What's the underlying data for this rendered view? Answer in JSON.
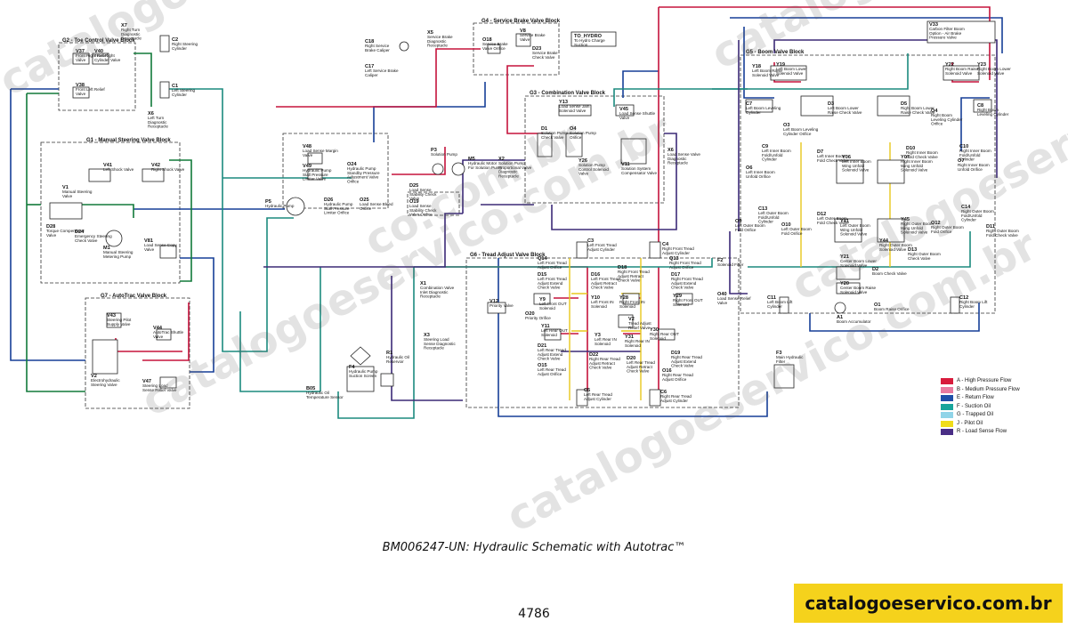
{
  "caption": "BM006247-UN: Hydraulic Schematic with Autotrac™",
  "page_number": "4786",
  "site_badge": "catalogoeservico.com.br",
  "watermark_texts": [
    "catalogoeservico.com.br",
    "co.com.br"
  ],
  "blocks": {
    "g1": "G1 - Manual Steering Valve Block",
    "g2": "G2 - Toe Control Valve Block",
    "g3": "G3 - Combination Valve Block",
    "g4": "G4 - Service Brake Valve Block",
    "g5": "G5 - Boom Valve Block",
    "g6": "G6 - Tread Adjust Valve Block",
    "g7": "G7 - AutoTrac Valve Block"
  },
  "components": [
    {
      "id": "X7",
      "name": "Right Turn Diagnostic Receptacle"
    },
    {
      "id": "C2",
      "name": "Right Steering Cylinder"
    },
    {
      "id": "V37",
      "name": "Front Right Relief Valve"
    },
    {
      "id": "V40",
      "name": "Front Right Cylinder Valve"
    },
    {
      "id": "V38",
      "name": "Front Left Relief Valve"
    },
    {
      "id": "C1",
      "name": "Left Steering Cylinder"
    },
    {
      "id": "X6",
      "name": "Left Turn Diagnostic Receptacle"
    },
    {
      "id": "C18",
      "name": "Right Service Brake Caliper"
    },
    {
      "id": "C17",
      "name": "Left Service Brake Caliper"
    },
    {
      "id": "X5",
      "name": "Service Brake Diagnostic Receptacle"
    },
    {
      "id": "O18",
      "name": "Service Brake Valve Orifice"
    },
    {
      "id": "V8",
      "name": "Service Brake Valve"
    },
    {
      "id": "D23",
      "name": "Service Brake Check Valve"
    },
    {
      "id": "TO_HYDRO",
      "name": "To Hydro Charge Suction"
    },
    {
      "id": "V33",
      "name": "Carbon Filter Boom Option - Air Brake Pressure Valve"
    },
    {
      "id": "V41",
      "name": "Left Shock Valve"
    },
    {
      "id": "V42",
      "name": "Right Shock Valve"
    },
    {
      "id": "V1",
      "name": "Manual Steering Valve"
    },
    {
      "id": "D28",
      "name": "Torque Compensator Valve"
    },
    {
      "id": "D24",
      "name": "Emergency Steering Check Valve"
    },
    {
      "id": "M1",
      "name": "Manual Steering Metering Pump"
    },
    {
      "id": "V81",
      "name": "Load Sense Copy Valve"
    },
    {
      "id": "V48",
      "name": "Load Sense Margin Valve"
    },
    {
      "id": "V49",
      "name": "Hydraulic Pump Stall Pressure Limiter Valve"
    },
    {
      "id": "O24",
      "name": "Hydraulic Pump Standby Pressure Adjustment Valve Orifice"
    },
    {
      "id": "D26",
      "name": "Hydraulic Pump Stall Pressure Limiter Orifice"
    },
    {
      "id": "O25",
      "name": "Load Sense Bleed Orifice"
    },
    {
      "id": "P5",
      "name": "Hydraulic Pump"
    },
    {
      "id": "P3",
      "name": "Solution Pump"
    },
    {
      "id": "M5",
      "name": "Hydraulic Motor For Solution Pump"
    },
    {
      "id": "X2",
      "name": "Solution Pump Proportional Valve Diagnostic Receptacle"
    },
    {
      "id": "D25",
      "name": "Load Sense Stability Check Valve"
    },
    {
      "id": "O19",
      "name": "Load Sense Stability Check Valve Orifice"
    },
    {
      "id": "Y13",
      "name": "Load Sense Jam Solenoid Valve"
    },
    {
      "id": "V45",
      "name": "Load Sense Shuttle Valve"
    },
    {
      "id": "D1",
      "name": "Solution Pump Check Valve"
    },
    {
      "id": "O4",
      "name": "Solution Pump Orifice"
    },
    {
      "id": "Y26",
      "name": "Solution Pump Control Solenoid Valve"
    },
    {
      "id": "V11",
      "name": "Solution System Compensator Valve"
    },
    {
      "id": "X6b",
      "name": "Load Sense Valve Diagnostic Receptacle"
    },
    {
      "id": "Y18",
      "name": "Left Boom Raise Solenoid Valve"
    },
    {
      "id": "Y19",
      "name": "Left Boom Lower Solenoid Valve"
    },
    {
      "id": "Y22",
      "name": "Right Boom Raise Solenoid Valve"
    },
    {
      "id": "Y23",
      "name": "Right Boom Lower Solenoid Valve"
    },
    {
      "id": "C7",
      "name": "Left Boom Leveling Cylinder"
    },
    {
      "id": "D3",
      "name": "Left Boom Lower Raise Check Valve"
    },
    {
      "id": "D5",
      "name": "Right Boom Lower Raise Check Valve"
    },
    {
      "id": "C8",
      "name": "Right Boom Leveling Cylinder"
    },
    {
      "id": "O3",
      "name": "Left Boom Leveling Cylinder Orifice"
    },
    {
      "id": "O4b",
      "name": "Right Boom Leveling Cylinder Orifice"
    },
    {
      "id": "C9",
      "name": "Left Inner Boom Fold/Unfold Cylinder"
    },
    {
      "id": "C10",
      "name": "Right Inner Boom Fold/Unfold Cylinder"
    },
    {
      "id": "O6",
      "name": "Left Inner Boom Unfold Orifice"
    },
    {
      "id": "O7",
      "name": "Right Inner Boom Unfold Orifice"
    },
    {
      "id": "D7",
      "name": "Left Inner Boom Fold Check Valve"
    },
    {
      "id": "Y06",
      "name": "Left Inner Boom Wing Unfold Solenoid Valve"
    },
    {
      "id": "Y07",
      "name": "Right Inner Boom Wing Unfold Solenoid Valve"
    },
    {
      "id": "D10",
      "name": "Right Inner Boom Fold Check Valve"
    },
    {
      "id": "C13",
      "name": "Left Outer Boom Fold/Unfold Cylinder"
    },
    {
      "id": "C14",
      "name": "Right Outer Boom Fold/Unfold Cylinder"
    },
    {
      "id": "O9",
      "name": "Left Outer Boom Fold Orifice"
    },
    {
      "id": "O10",
      "name": "Left Outer Boom Fold Orifice"
    },
    {
      "id": "D12",
      "name": "Left Outer Boom Fold Check Valve"
    },
    {
      "id": "Y41",
      "name": "Left Outer Boom Wing Unfold Solenoid Valve"
    },
    {
      "id": "Y45",
      "name": "Right Outer Boom Wing Unfold Solenoid Valve"
    },
    {
      "id": "O12",
      "name": "Right Outer Boom Fold Orifice"
    },
    {
      "id": "D11",
      "name": "Right Outer Boom Fold Check Valve"
    },
    {
      "id": "Y44",
      "name": "Right Outer Boom Solenoid Valve"
    },
    {
      "id": "D13",
      "name": "Right Outer Boom Check Valve"
    },
    {
      "id": "Y21",
      "name": "Center Boom Lower Solenoid Valve"
    },
    {
      "id": "D2",
      "name": "Boom Check Valve"
    },
    {
      "id": "Y20",
      "name": "Center Boom Raise Solenoid Valve"
    },
    {
      "id": "C11",
      "name": "Left Boom Lift Cylinder"
    },
    {
      "id": "C12",
      "name": "Right Boom Lift Cylinder"
    },
    {
      "id": "O1",
      "name": "Boom Raise Orifice"
    },
    {
      "id": "A1",
      "name": "Boom Accumulator"
    },
    {
      "id": "F3",
      "name": "Main Hydraulic Filter"
    },
    {
      "id": "C3",
      "name": "Left Front Tread Adjust Cylinder"
    },
    {
      "id": "C4",
      "name": "Right Front Tread Adjust Cylinder"
    },
    {
      "id": "C5",
      "name": "Left Rear Tread Adjust Cylinder"
    },
    {
      "id": "C6",
      "name": "Right Rear Tread Adjust Cylinder"
    },
    {
      "id": "Q14",
      "name": "Left Front Tread Adjust Orifice"
    },
    {
      "id": "Q13",
      "name": "Right Front Tread Adjust Orifice"
    },
    {
      "id": "F2",
      "name": "Solenoid Filter"
    },
    {
      "id": "O40",
      "name": "Load Sense Relief Valve"
    },
    {
      "id": "D15",
      "name": "Left Front Tread Adjust Extend Check Valve"
    },
    {
      "id": "D16",
      "name": "Left Front Tread Adjust Retract Check Valve"
    },
    {
      "id": "D18",
      "name": "Right Front Tread Adjust Retract Check Valve"
    },
    {
      "id": "D17",
      "name": "Right Front Tread Adjust Extend Check Valve"
    },
    {
      "id": "Y9",
      "name": "Left Front OUT Solenoid"
    },
    {
      "id": "Y10",
      "name": "Left Front IN Solenoid"
    },
    {
      "id": "Y28",
      "name": "Right Front IN Solenoid"
    },
    {
      "id": "Y29",
      "name": "Right Front OUT Solenoid"
    },
    {
      "id": "X1",
      "name": "Combination Valve Inlet Diagnostic Receptacle"
    },
    {
      "id": "V12",
      "name": "Priority Valve"
    },
    {
      "id": "O20",
      "name": "Priority Orifice"
    },
    {
      "id": "X3",
      "name": "Steering Load Sense Diagnostic Receptacle"
    },
    {
      "id": "Y11",
      "name": "Left Rear OUT Solenoid"
    },
    {
      "id": "Y30",
      "name": "Right Rear OUT Solenoid"
    },
    {
      "id": "V2",
      "name": "Tread Adjust Relief Valve"
    },
    {
      "id": "Y3",
      "name": "Left Rear IN Solenoid"
    },
    {
      "id": "Y31",
      "name": "Right Rear IN Solenoid"
    },
    {
      "id": "D21",
      "name": "Left Rear Tread Adjust Extend Check Valve"
    },
    {
      "id": "D22",
      "name": "Right Rear Tread Adjust Retract Check Valve"
    },
    {
      "id": "D20",
      "name": "Left Rear Tread Adjust Retract Check Valve"
    },
    {
      "id": "D19",
      "name": "Right Rear Tread Adjust Extend Check Valve"
    },
    {
      "id": "O15",
      "name": "Left Rear Tread Adjust Orifice"
    },
    {
      "id": "O16",
      "name": "Right Rear Tread Adjust Orifice"
    },
    {
      "id": "V43",
      "name": "Steering Pilot Supply Valve"
    },
    {
      "id": "V44",
      "name": "AutoTrac Shuttle Valve"
    },
    {
      "id": "V47",
      "name": "Steering Load Sense Relief Valve"
    },
    {
      "id": "V2b",
      "name": "Electrohydraulic Steering Valve"
    },
    {
      "id": "F4",
      "name": "Hydraulic Pump Suction Screen"
    },
    {
      "id": "R1",
      "name": "Hydraulic Oil Reservoir"
    },
    {
      "id": "B05",
      "name": "Hydraulic Oil Temperature Sensor"
    }
  ],
  "legend": [
    {
      "label": "A - High Pressure Flow",
      "color": "#d81b3c"
    },
    {
      "label": "B - Medium Pressure Flow",
      "color": "#e87ba0"
    },
    {
      "label": "E - Return Flow",
      "color": "#1f4fa8"
    },
    {
      "label": "F - Suction Oil",
      "color": "#17a59b"
    },
    {
      "label": "G - Trapped Oil",
      "color": "#8fd4e8"
    },
    {
      "label": "J - Pilot Oil",
      "color": "#f0dc1a"
    },
    {
      "label": "R - Load Sense Flow",
      "color": "#4a2e86"
    }
  ],
  "colors": {
    "pressure": "#c5133c",
    "return": "#173f97",
    "suction": "#1c8a7e",
    "load_sense": "#3c2a77",
    "pilot": "#e8c81c",
    "green": "#127a3a",
    "block_outline": "#333333",
    "badge": "#f5d21c"
  }
}
